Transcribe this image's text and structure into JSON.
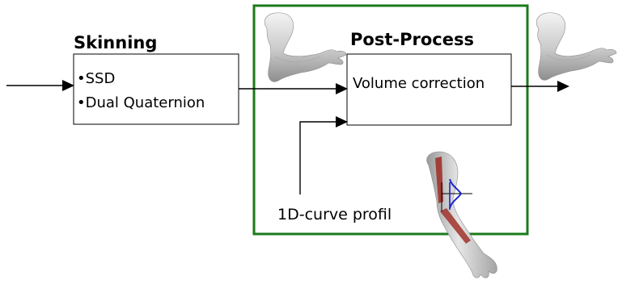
{
  "skinning": {
    "title": "Skinning",
    "items": [
      "•SSD",
      "•Dual Quaternion"
    ]
  },
  "post_process": {
    "title": "Post-Process",
    "box_label": "Volume correction",
    "curve_label": "1D-curve profil"
  },
  "colors": {
    "frame_green": "#1a7a1a",
    "muscle_red": "#a0322c",
    "profile_blue": "#1a22cc",
    "arm_gray": "#c8c8c8",
    "line": "#000000"
  },
  "icons": [
    "arm-mesh-input-icon",
    "arm-mesh-output-icon",
    "arm-with-muscles-icon"
  ]
}
